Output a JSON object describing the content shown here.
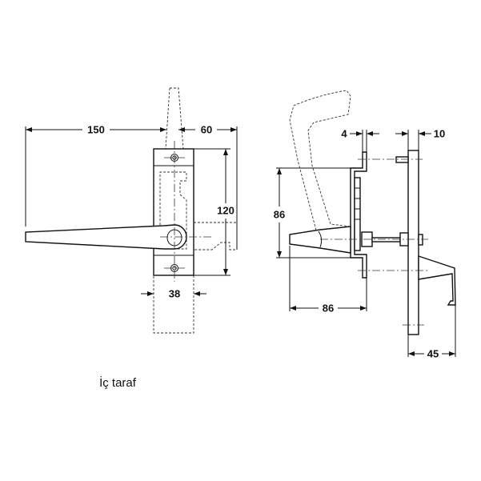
{
  "caption": "İç taraf",
  "front_view": {
    "dimensions": {
      "lever_length": "150",
      "projection": "60",
      "plate_height": "120",
      "plate_width": "38"
    }
  },
  "side_view": {
    "dimensions": {
      "bracket_thickness": "4",
      "door_plate_thickness": "10",
      "rosette_height": "86",
      "lever_depth": "86",
      "hook_depth": "45"
    }
  }
}
